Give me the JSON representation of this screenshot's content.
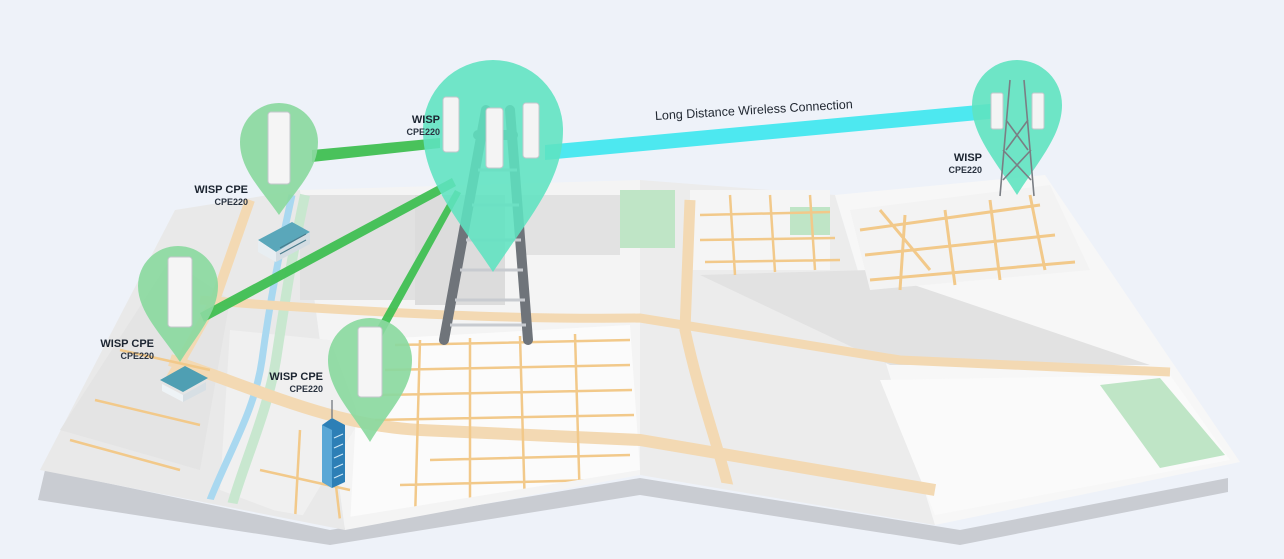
{
  "connection_label": "Long Distance Wireless Connection",
  "nodes": {
    "wisp_main": {
      "title": "WISP",
      "model": "CPE220"
    },
    "wisp_remote": {
      "title": "WISP",
      "model": "CPE220"
    },
    "cpe_top": {
      "title": "WISP CPE",
      "model": "CPE220"
    },
    "cpe_left": {
      "title": "WISP CPE",
      "model": "CPE220"
    },
    "cpe_bottom": {
      "title": "WISP CPE",
      "model": "CPE220"
    }
  },
  "colors": {
    "background": "#eef2f9",
    "wisp_pin": "#5fe3c0",
    "cpe_pin": "#8bd9a0",
    "link_wisp": "#4de8f0",
    "link_cpe": "#3fbf52",
    "road": "#f2c98a",
    "park": "#bfe5c6",
    "water": "#a9d8f0",
    "tower": "#6f747a"
  }
}
